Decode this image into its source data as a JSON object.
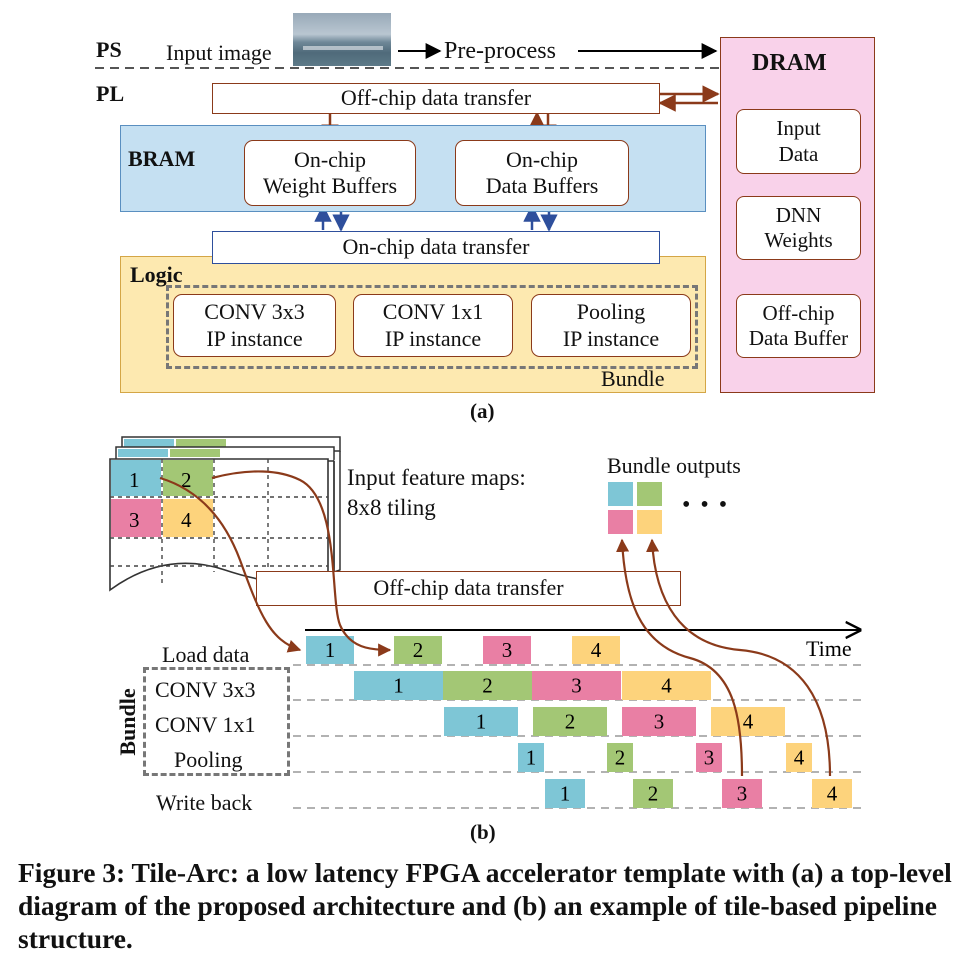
{
  "part_a": {
    "ps_label": "PS",
    "pl_label": "PL",
    "input_image": "Input image",
    "preprocess": "Pre-process",
    "offchip": "Off-chip data transfer",
    "bram": "BRAM",
    "weight_buffers": "On-chip\nWeight Buffers",
    "data_buffers": "On-chip\nData Buffers",
    "onchip": "On-chip data transfer",
    "logic": "Logic",
    "conv3": "CONV 3x3\nIP instance",
    "conv1": "CONV 1x1\nIP instance",
    "pool": "Pooling\nIP instance",
    "bundle": "Bundle",
    "dram": "DRAM",
    "dram_input": "Input\nData",
    "dram_weights": "DNN\nWeights",
    "dram_buffer": "Off-chip\nData Buffer",
    "sub_label": "(a)"
  },
  "part_b": {
    "fmap_label": "Input feature maps:\n8x8 tiling",
    "tiles": [
      "1",
      "2",
      "3",
      "4"
    ],
    "bundle_outputs": "Bundle outputs",
    "ellipsis": "• • •",
    "offchip": "Off-chip data transfer",
    "time": "Time",
    "rows": [
      "Load data",
      "CONV 3x3",
      "CONV 1x1",
      "Pooling",
      "Write back"
    ],
    "bundle_vertical": "Bundle",
    "sub_label": "(b)"
  },
  "caption": "Figure 3: Tile-Arc: a low latency FPGA accelerator template with (a) a top-level diagram of the proposed architecture and (b) an example of tile-based pipeline structure.",
  "colors": {
    "tile1": "#7ec6d6",
    "tile2": "#a3c775",
    "tile3": "#e97fa4",
    "tile4": "#fdd37c",
    "bram_fill": "#c5e0f2",
    "logic_fill": "#fde9b0",
    "dram_fill": "#f9d2ea",
    "brown": "#8b3a1a",
    "blue": "#2e4f9c"
  }
}
